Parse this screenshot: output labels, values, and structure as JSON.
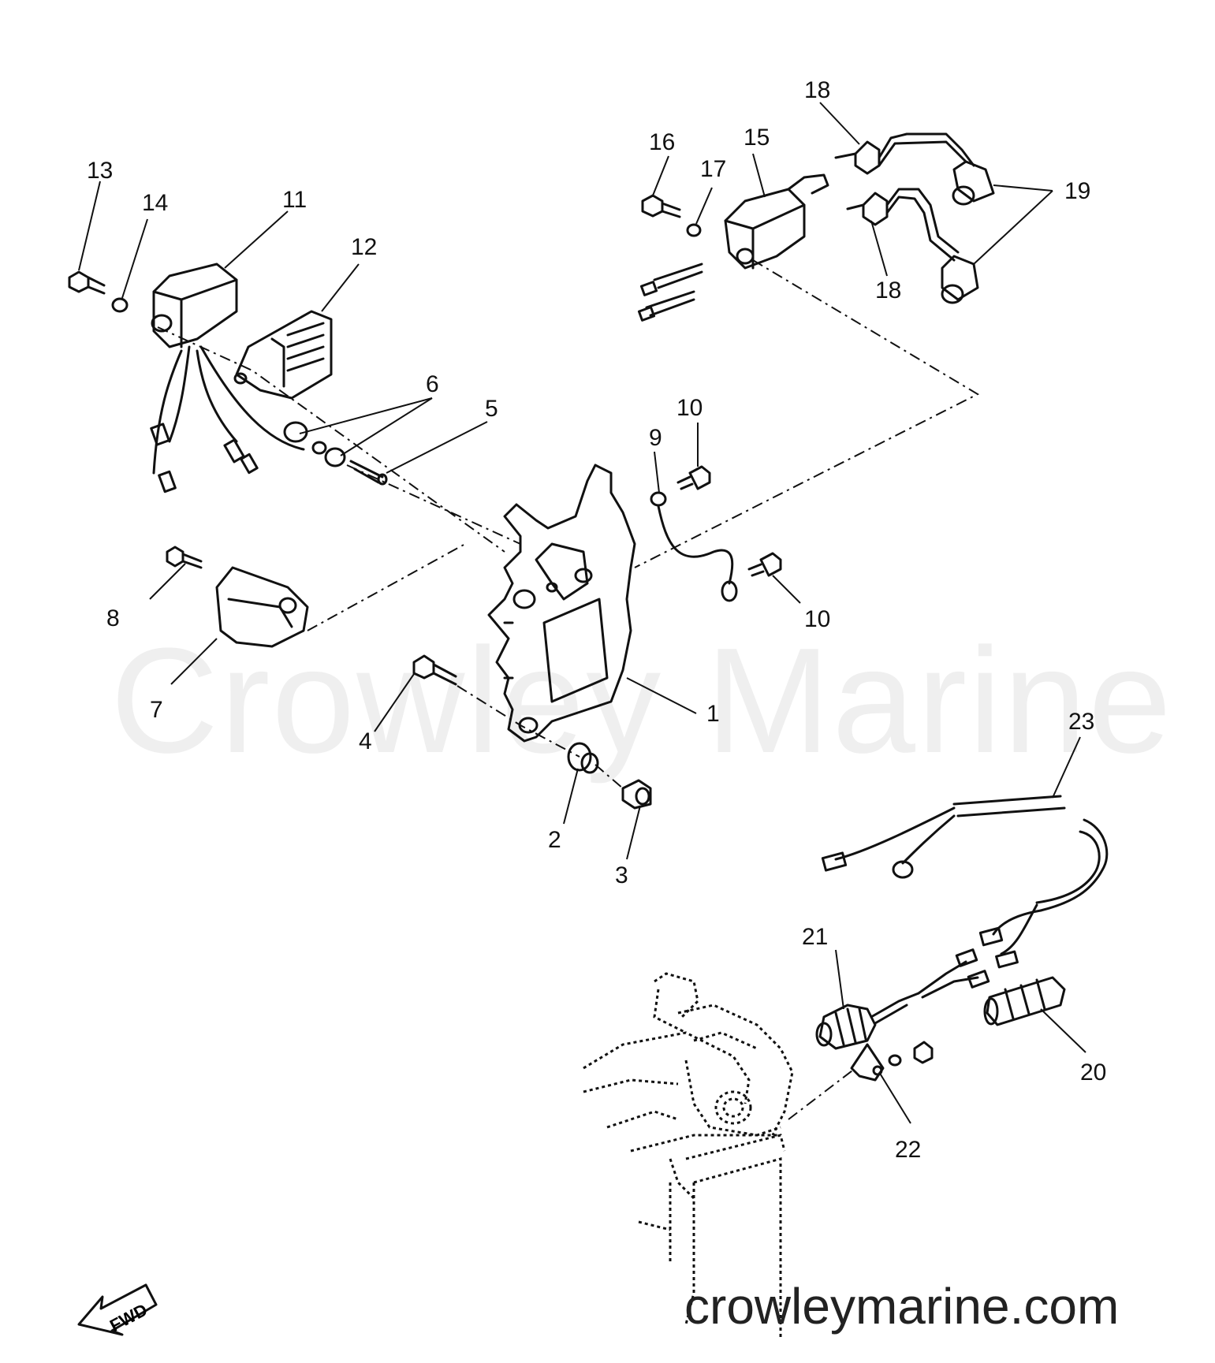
{
  "watermark": "Crowley Marine",
  "site_url": "crowleymarine.com",
  "direction_label": "FWD",
  "callouts": [
    "1",
    "2",
    "3",
    "4",
    "5",
    "6",
    "7",
    "8",
    "9",
    "10",
    "10",
    "11",
    "12",
    "13",
    "14",
    "15",
    "16",
    "17",
    "18",
    "18",
    "19",
    "20",
    "21",
    "22",
    "23"
  ]
}
